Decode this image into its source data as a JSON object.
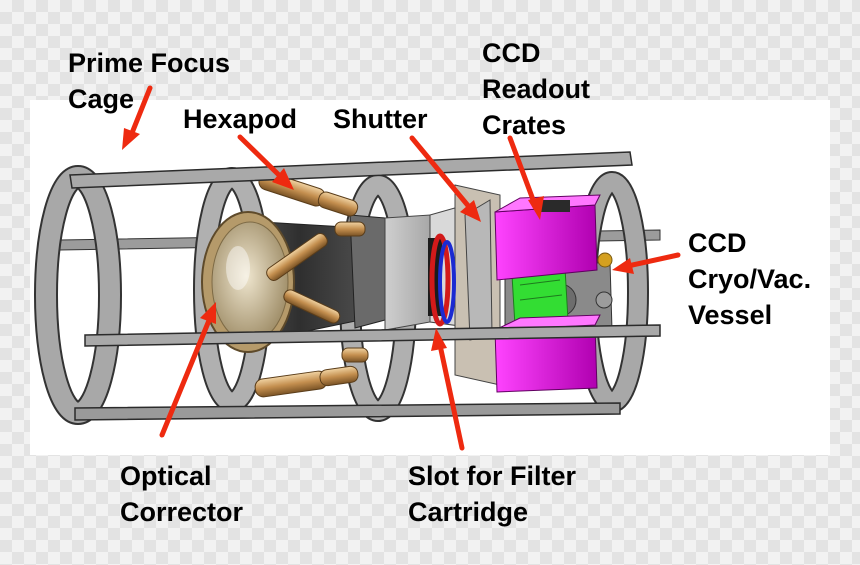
{
  "labels": {
    "prime_focus_cage": [
      "Prime Focus",
      "Cage"
    ],
    "hexapod": [
      "Hexapod"
    ],
    "shutter": [
      "Shutter"
    ],
    "ccd_readout_crates": [
      "CCD",
      "Readout",
      "Crates"
    ],
    "ccd_cryo_vac_vessel": [
      "CCD",
      "Cryo/Vac.",
      "Vessel"
    ],
    "optical_corrector": [
      "Optical",
      "Corrector"
    ],
    "slot_for_filter_cartridge": [
      "Slot for Filter",
      "Cartridge"
    ]
  },
  "colors": {
    "arrow": "#ee2a10",
    "crate": "#e000e0",
    "cage": "#a9a9a9",
    "green_board": "#33dd33",
    "brass": "#c8985a"
  }
}
